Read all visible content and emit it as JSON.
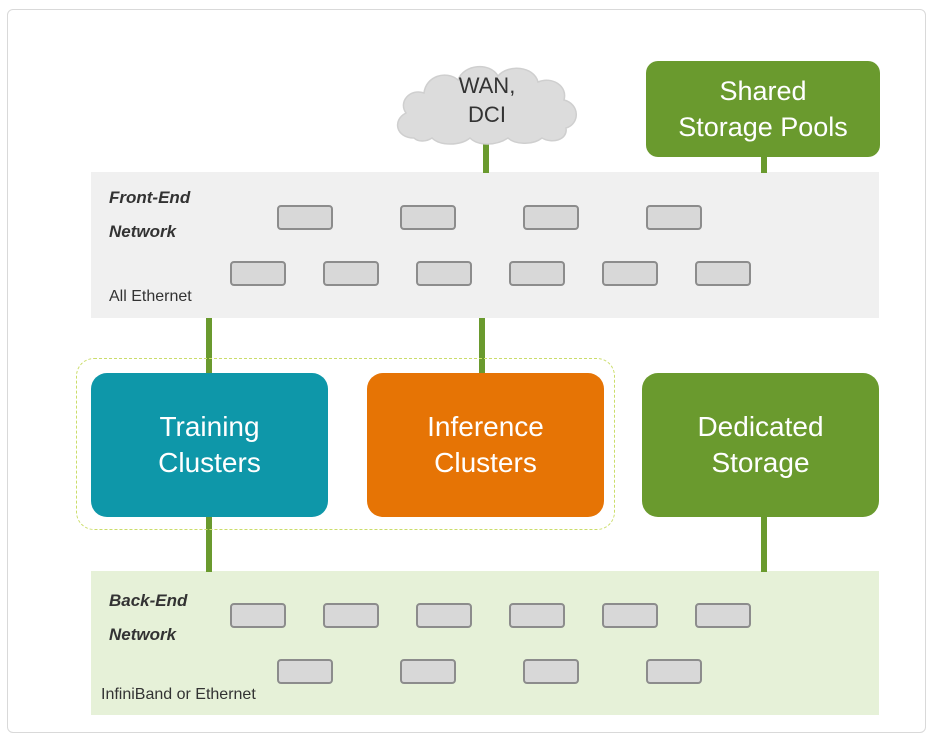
{
  "colors": {
    "training": "#0e97a9",
    "inference": "#e67405",
    "storage": "#6a9a2e",
    "front_band": "#f0f0f0",
    "back_band": "#e6f1d8",
    "switch_fill": "#d8d8d8",
    "switch_border": "#8c8c8c"
  },
  "cloud": {
    "line1": "WAN,",
    "line2": "DCI"
  },
  "shared_storage": {
    "line1": "Shared",
    "line2": "Storage Pools"
  },
  "front_end": {
    "title_line1": "Front-End",
    "title_line2": "Network",
    "subtitle": "All Ethernet"
  },
  "back_end": {
    "title_line1": "Back-End",
    "title_line2": "Network",
    "subtitle": "InfiniBand or Ethernet"
  },
  "training": {
    "line1": "Training",
    "line2": "Clusters"
  },
  "inference": {
    "line1": "Inference",
    "line2": "Clusters"
  },
  "dedicated_storage": {
    "line1": "Dedicated",
    "line2": "Storage"
  }
}
